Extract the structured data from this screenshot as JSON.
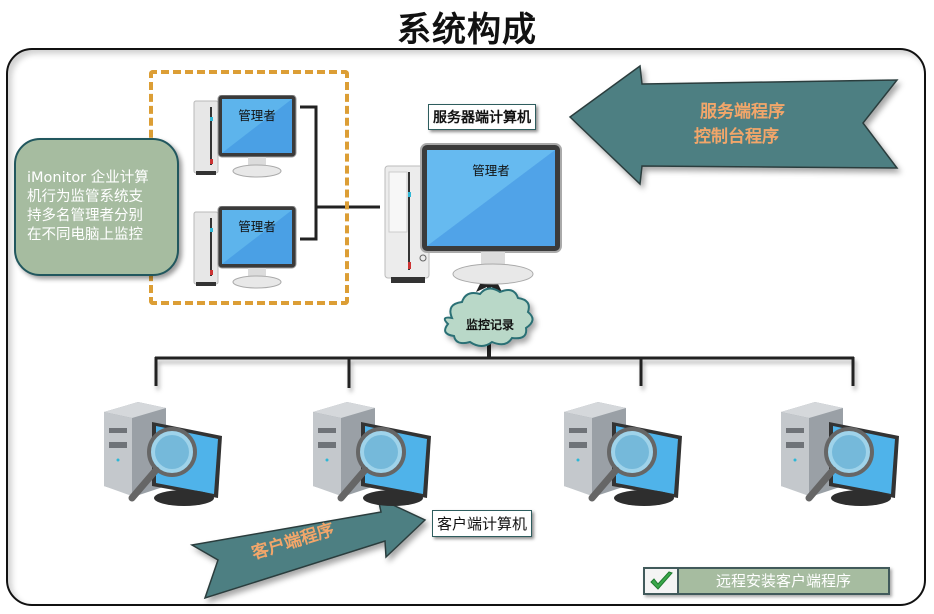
{
  "title": "系统构成",
  "note": {
    "text_lines": [
      "iMonitor 企业计算",
      "机行为监管系统支",
      "持多名管理者分别",
      "在不同电脑上监控"
    ]
  },
  "admin_pcs": [
    {
      "screen_label": "管理者"
    },
    {
      "screen_label": "管理者"
    }
  ],
  "server": {
    "label": "服务器端计算机",
    "screen_label": "管理者"
  },
  "server_arrow": {
    "lines": [
      "服务端程序",
      "控制台程序"
    ]
  },
  "monitor_cloud": {
    "label": "监控记录"
  },
  "clients": [
    {
      "icon": "client-monitor-icon"
    },
    {
      "icon": "client-monitor-icon"
    },
    {
      "icon": "client-monitor-icon"
    },
    {
      "icon": "client-monitor-icon"
    }
  ],
  "client_label": "客户端计算机",
  "client_arrow": {
    "label": "客户端程序"
  },
  "install_button": {
    "label": "远程安装客户端程序",
    "icon": "checkmark-icon"
  },
  "colors": {
    "arrow_fill": "#4e7f82",
    "arrow_text": "#f2a66a",
    "note_fill": "#a6bca0",
    "note_border": "#21575e",
    "dash_border": "#dc9e35",
    "cloud_fill": "#b9d8c8",
    "cloud_border": "#2b6f74"
  }
}
